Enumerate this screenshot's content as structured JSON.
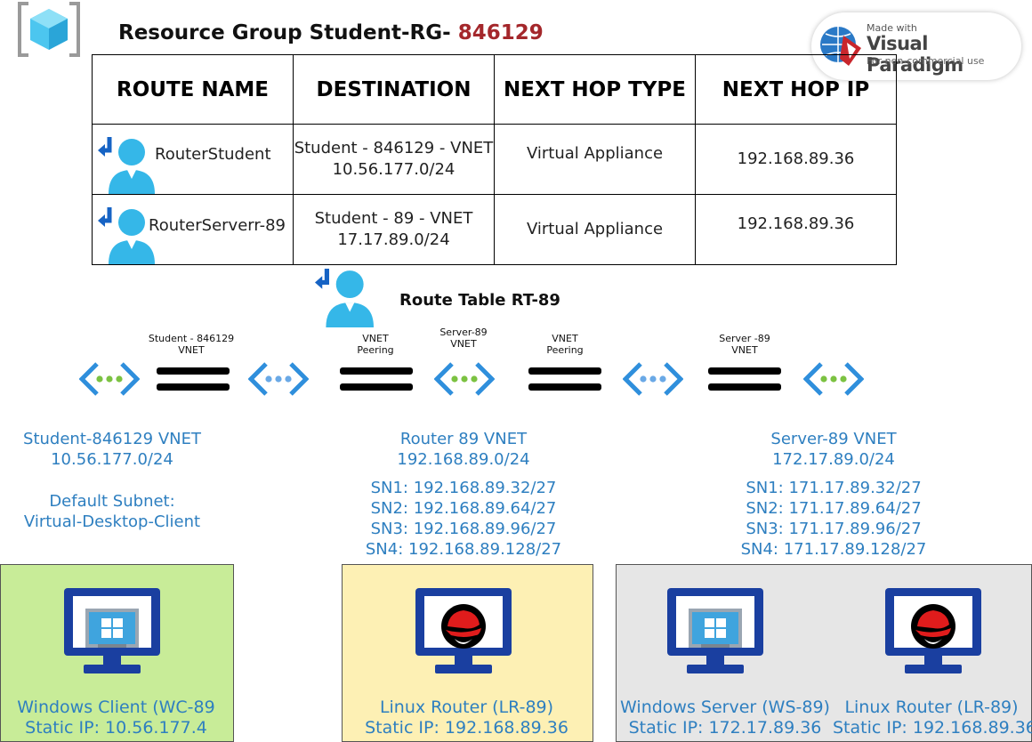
{
  "header": {
    "title_prefix": "Resource Group Student-RG-",
    "title_id": "846129"
  },
  "badge": {
    "line1": "Made with",
    "line2": "Visual Paradigm",
    "line3": "For non-commercial use"
  },
  "route_table": {
    "columns": [
      "ROUTE NAME",
      "DESTINATION",
      "NEXT HOP TYPE",
      "NEXT HOP IP"
    ],
    "rows": [
      {
        "name": "RouterStudent",
        "dest_line1": "Student - 846129 - VNET",
        "dest_line2": "10.56.177.0/24",
        "hop_type": "Virtual Appliance",
        "hop_ip": "192.168.89.36"
      },
      {
        "name": "RouterServerr-89",
        "dest_line1": "Student - 89 - VNET",
        "dest_line2": "17.17.89.0/24",
        "hop_type": "Virtual Appliance",
        "hop_ip": "192.168.89.36"
      }
    ]
  },
  "route_table_label": "Route Table RT-89",
  "peering_labels": {
    "student_vnet": [
      "Student - 846129",
      "VNET"
    ],
    "peering1": [
      "VNET",
      "Peering"
    ],
    "server89_vnet_mid": [
      "Server-89",
      "VNET"
    ],
    "peering2": [
      "VNET",
      "Peering"
    ],
    "server89_vnet": [
      "Server -89",
      "VNET"
    ]
  },
  "networks": {
    "student": {
      "name": "Student-846129 VNET",
      "cidr": "10.56.177.0/24",
      "subnet_label": "Default Subnet:",
      "subnet_name": "Virtual-Desktop-Client"
    },
    "router": {
      "name": "Router 89 VNET",
      "cidr": "192.168.89.0/24",
      "subnets": [
        "SN1: 192.168.89.32/27",
        "SN2: 192.168.89.64/27",
        "SN3: 192.168.89.96/27",
        "SN4: 192.168.89.128/27"
      ]
    },
    "server": {
      "name": "Server-89 VNET",
      "cidr": "172.17.89.0/24",
      "subnets": [
        "SN1: 171.17.89.32/27",
        "SN2: 171.17.89.64/27",
        "SN3: 171.17.89.96/27",
        "SN4: 171.17.89.128/27"
      ]
    }
  },
  "machines": [
    {
      "name": "Windows Client (WC-89",
      "ip": "Static IP: 10.56.177.4"
    },
    {
      "name": "Linux Router (LR-89)",
      "ip": "Static IP: 192.168.89.36"
    },
    {
      "name": "Windows Server (WS-89)",
      "ip": "Static IP: 172.17.89.36"
    },
    {
      "name": "Linux Router (LR-89)",
      "ip": "Static IP: 192.168.89.36"
    }
  ],
  "colors": {
    "title_accent": "#a4272b",
    "label_blue": "#2e7fc0",
    "student_box": "#c8ec98",
    "router_box": "#fdf0b4",
    "server_box": "#e6e6e6",
    "monitor": "#1a3fa0",
    "vnet_blue": "#2f8fdc",
    "vnet_green": "#7cc242"
  },
  "icons": [
    "resource-group-icon",
    "route-user-icon",
    "vnet-icon",
    "peering-bar-icon",
    "monitor-icon",
    "windows-logo-icon",
    "redhat-logo-icon",
    "visual-paradigm-logo-icon"
  ]
}
